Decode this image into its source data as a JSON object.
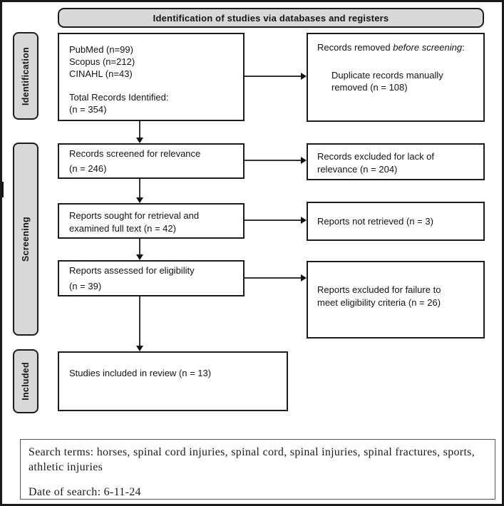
{
  "header": {
    "title": "Identification of studies via databases and registers"
  },
  "sidebar": {
    "identification": "Identification",
    "screening": "Screening",
    "included": "Included"
  },
  "boxes": {
    "identification_records": {
      "lines": [
        "PubMed (n=99)",
        "Scopus (n=212)",
        "CINAHL (n=43)"
      ],
      "total_label": "Total Records Identified:",
      "total_value": "(n = 354)"
    },
    "records_removed": {
      "prefix": "Records removed ",
      "italic": "before screening",
      "suffix": ":",
      "detail": "Duplicate records manually removed (n = 108)"
    },
    "records_screened": {
      "line1": "Records screened for relevance",
      "line2": "(n = 246)"
    },
    "records_excluded": {
      "text": "Records excluded for lack of relevance (n = 204)"
    },
    "reports_sought": {
      "text": "Reports sought for retrieval and examined full text (n = 42)"
    },
    "reports_not_retrieved": {
      "text": "Reports not retrieved (n = 3)"
    },
    "reports_assessed": {
      "line1": "Reports assessed for eligibility",
      "line2": "(n = 39)"
    },
    "reports_excluded_eligibility": {
      "text": "Reports excluded for failure to meet eligibility criteria (n = 26)"
    },
    "studies_included": {
      "text": "Studies included in review (n = 13)"
    }
  },
  "footer": {
    "search_terms": "Search terms: horses, spinal cord injuries, spinal cord, spinal injuries, spinal fractures, sports, athletic injuries",
    "date_of_search": "Date of search: 6-11-24"
  },
  "colors": {
    "box_fill_gray": "#d8d8d8",
    "border_black": "#1c1c1c",
    "background": "#ffffff"
  }
}
